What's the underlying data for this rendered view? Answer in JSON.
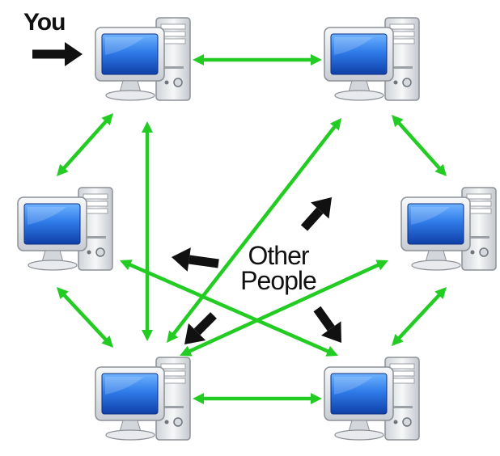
{
  "labels": {
    "you": "You",
    "others_line1": "Other",
    "others_line2": "People"
  },
  "colors": {
    "link": "#22cc22",
    "pointer": "#111111",
    "screen": "#1e5fd6",
    "case": "#e4e6ea"
  },
  "icons": {
    "computer": "desktop-computer-icon",
    "link": "bidirectional-arrow-icon",
    "pointer": "pointer-arrow-icon"
  },
  "nodes": [
    {
      "id": "you",
      "name": "computer-you"
    },
    {
      "id": "top-right",
      "name": "computer-top-right"
    },
    {
      "id": "mid-left",
      "name": "computer-mid-left"
    },
    {
      "id": "mid-right",
      "name": "computer-mid-right"
    },
    {
      "id": "bottom-left",
      "name": "computer-bottom-left"
    },
    {
      "id": "bottom-right",
      "name": "computer-bottom-right"
    }
  ]
}
